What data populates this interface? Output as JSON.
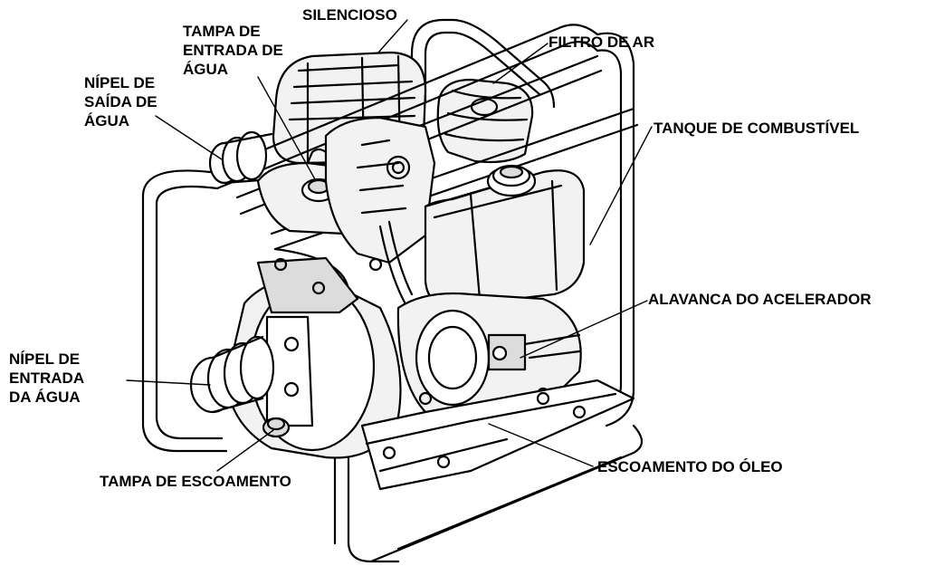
{
  "colors": {
    "line": "#000000",
    "background": "#ffffff",
    "fill_light": "#f2f2f2",
    "fill_mid": "#dcdcdc"
  },
  "labels": {
    "silencioso": "SILENCIOSO",
    "tampa_entrada": [
      "TAMPA DE",
      "ENTRADA DE",
      "ÁGUA"
    ],
    "filtro_ar": "FILTRO DE AR",
    "nipel_saida": [
      "NÍPEL DE",
      "SAÍDA DE",
      "ÁGUA"
    ],
    "tanque": "TANQUE DE COMBUSTÍVEL",
    "alavanca": "ALAVANCA DO ACELERADOR",
    "nipel_entrada": [
      "NÍPEL DE",
      "ENTRADA",
      "DA ÁGUA"
    ],
    "escoamento_oleo": "ESCOAMENTO DO ÓLEO",
    "tampa_escoamento": "TAMPA DE ESCOAMENTO"
  }
}
